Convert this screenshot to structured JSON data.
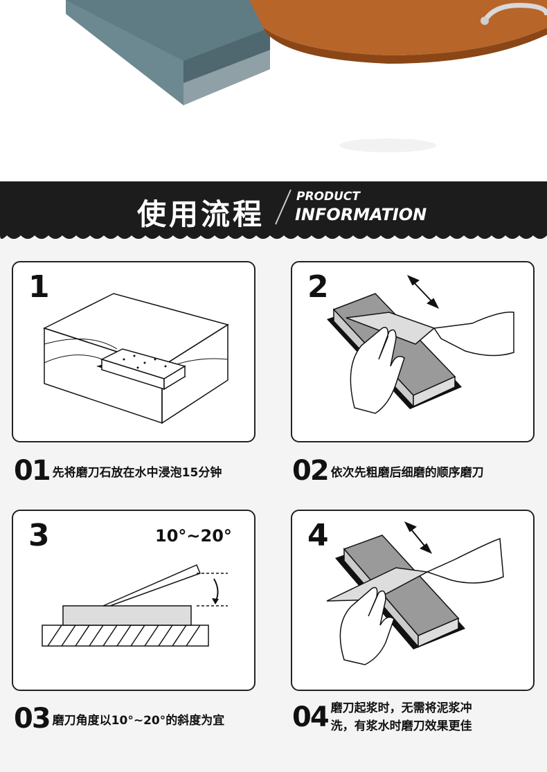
{
  "banner": {
    "title_cn": "使用流程",
    "title_en_1": "PRODUCT",
    "title_en_2": "INFORMATION"
  },
  "steps": [
    {
      "number": "1",
      "caption_num": "01",
      "caption": "先将磨刀石放在水中浸泡15分钟"
    },
    {
      "number": "2",
      "caption_num": "02",
      "caption": "依次先粗磨后细磨的顺序磨刀"
    },
    {
      "number": "3",
      "caption_num": "03",
      "caption": "磨刀角度以10°~20°的斜度为宜",
      "angle_label": "10°~20°"
    },
    {
      "number": "4",
      "caption_num": "04",
      "caption_line1": "磨刀起浆时，无需将泥浆冲",
      "caption_line2": "洗，有浆水时磨刀效果更佳"
    }
  ],
  "colors": {
    "banner": "#1c1c1c",
    "stone": "#607d86",
    "wood": "#b8652a",
    "background": "#f4f4f4"
  }
}
